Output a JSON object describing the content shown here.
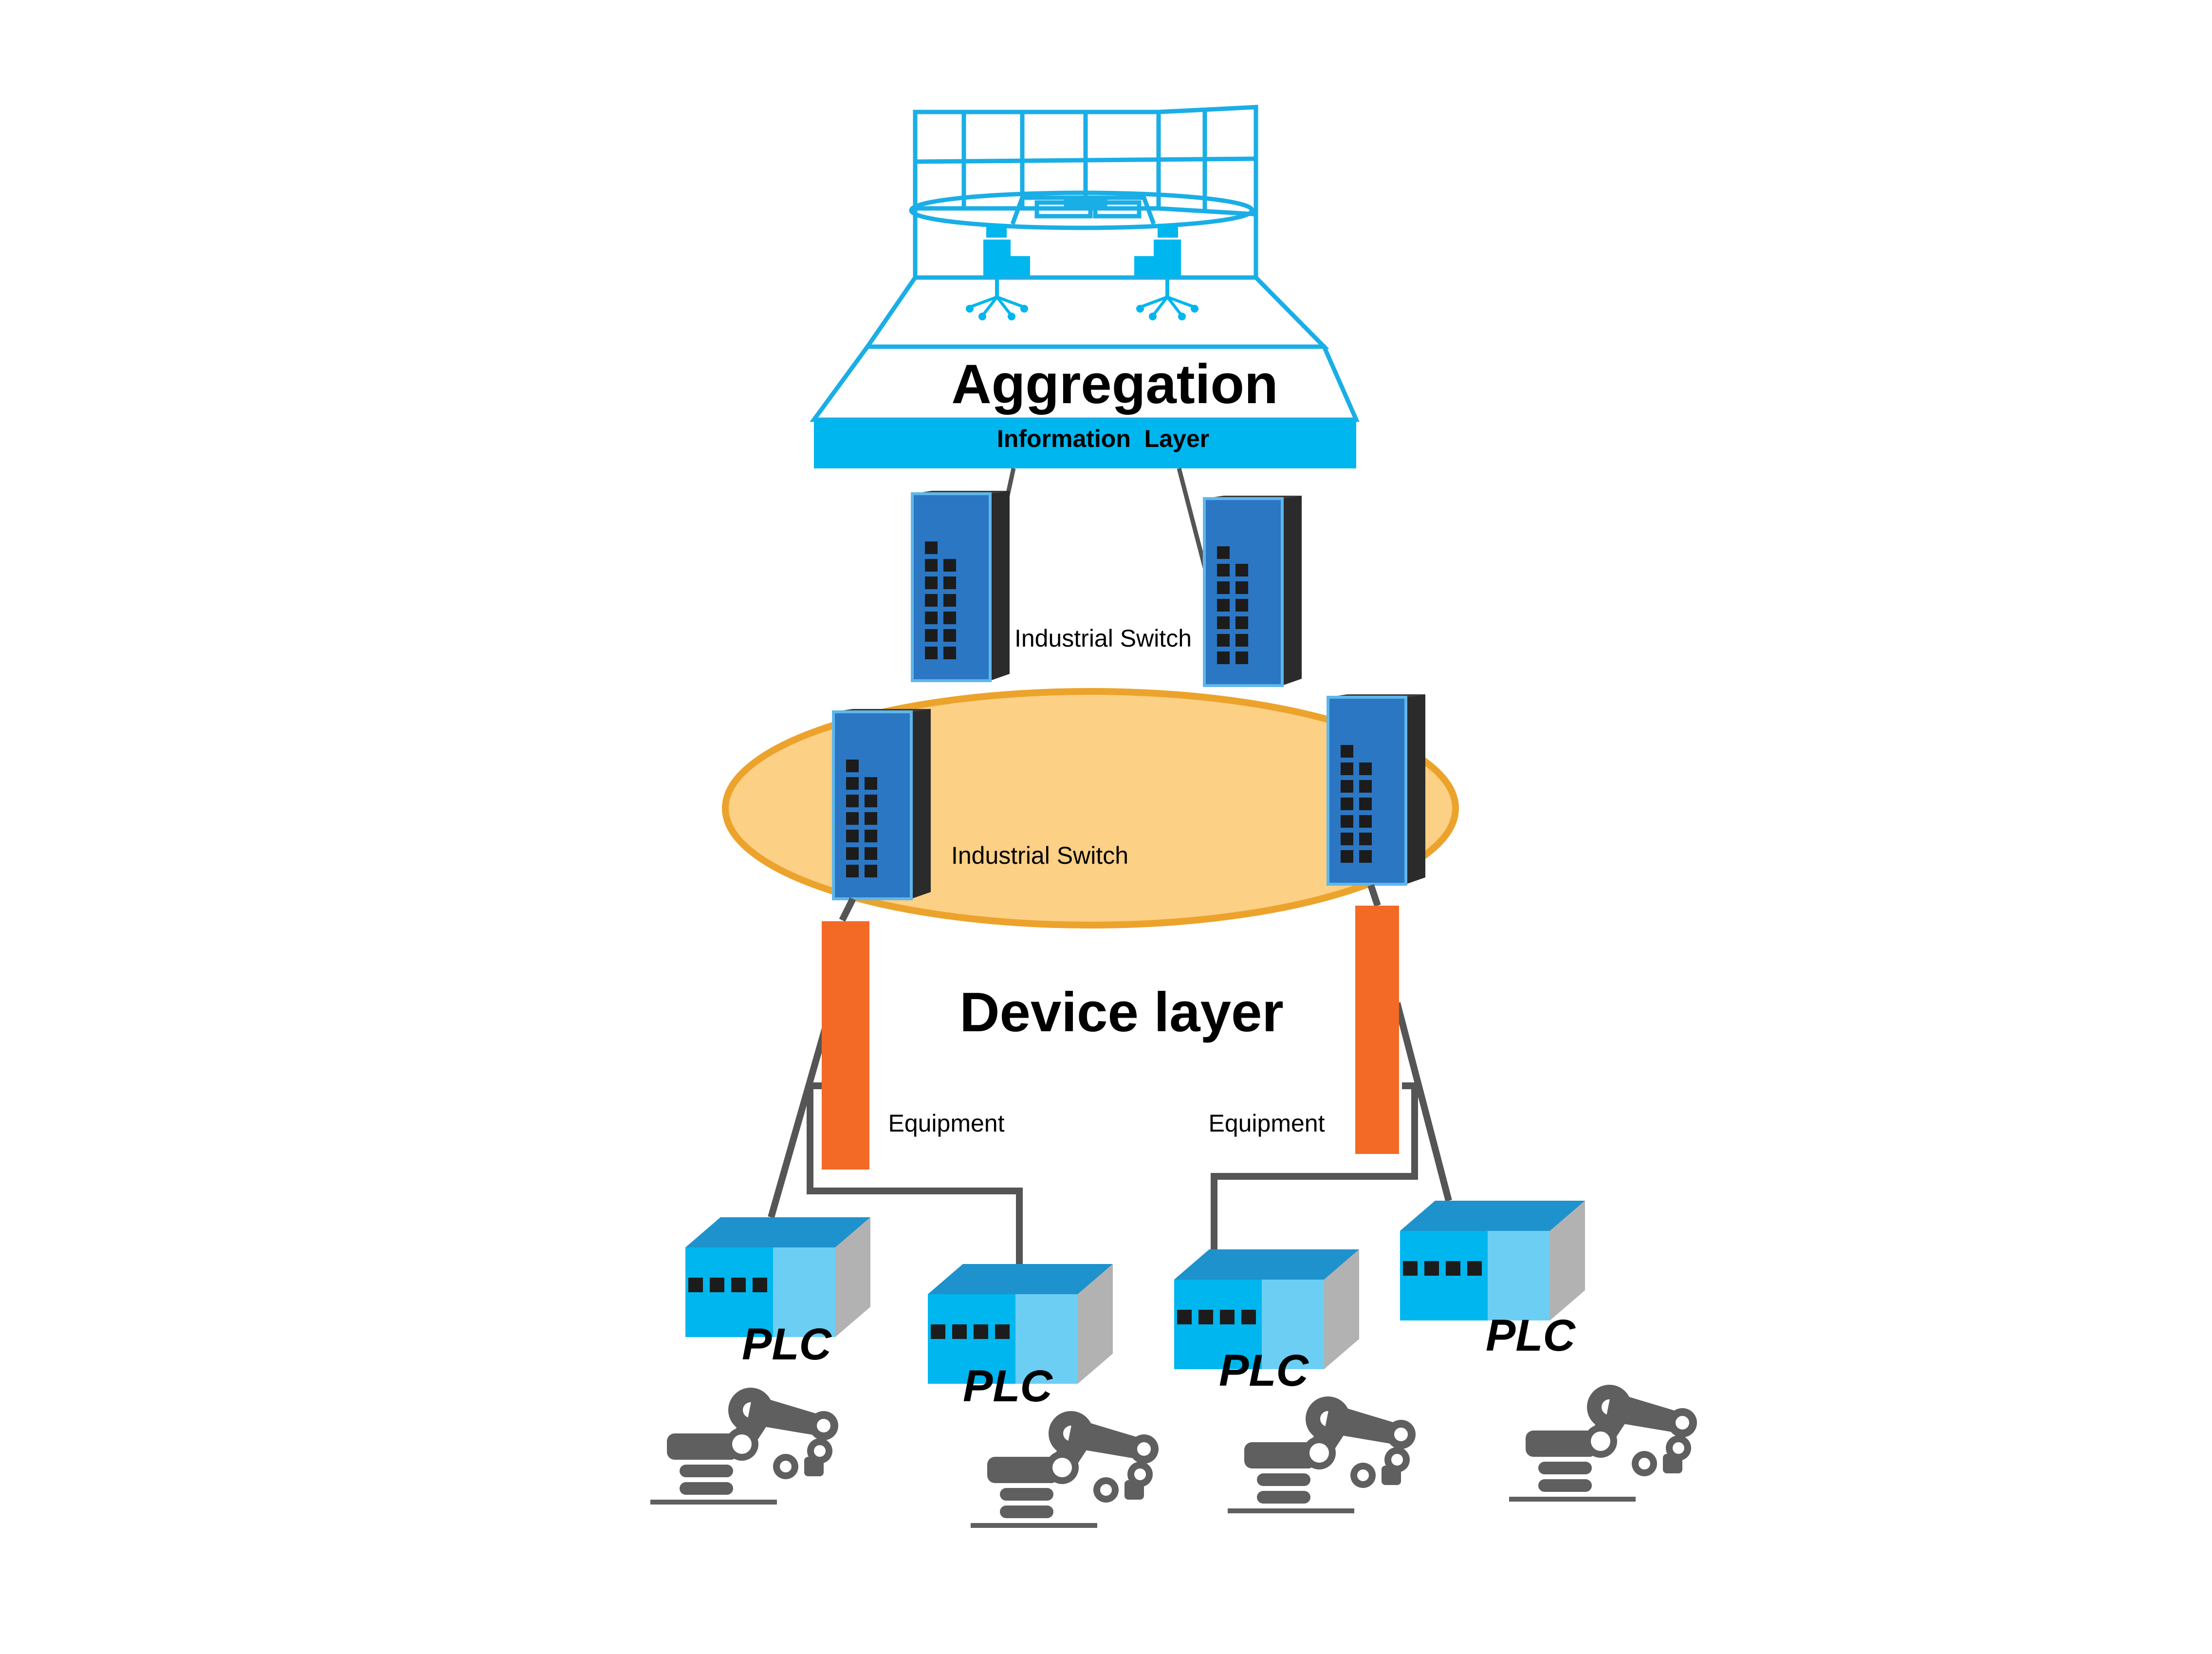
{
  "aggregation": {
    "title": "Aggregation",
    "band_label": "Information  Layer"
  },
  "switch_label": "Industrial Switch",
  "device_layer": {
    "title": "Device layer"
  },
  "equipment_label": "Equipment",
  "plc_label": "PLC",
  "colors": {
    "control_room_blue": "#1aaee6",
    "info_band": "#00b6ee",
    "switch_face": "#2b77c4",
    "ring_fill": "#fcd085",
    "ring_stroke": "#eca32c",
    "equipment": "#f26a25",
    "plc_blue": "#00b6ee",
    "robot_gray": "#5f5f5f"
  }
}
